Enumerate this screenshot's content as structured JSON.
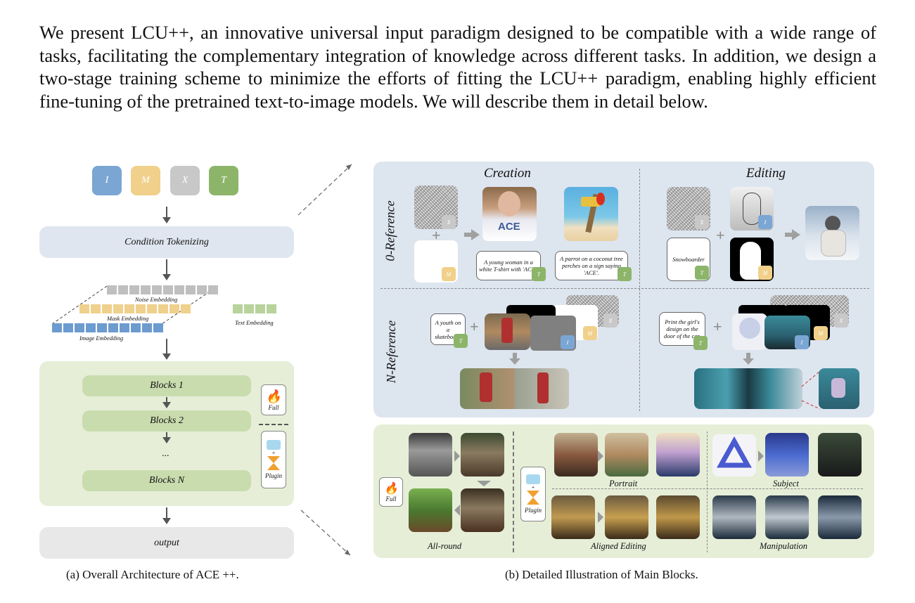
{
  "intro_text": "We present LCU++, an innovative universal input paradigm designed to be compatible with a wide range of tasks, facilitating the complementary integration of knowledge across different tasks. In addition, we design a two-stage training scheme to minimize the efforts of fitting the LCU++ paradigm, enabling highly efficient fine-tuning of the pretrained text-to-image models. We will describe them in detail below.",
  "arch": {
    "tokens": [
      "I",
      "M",
      "X",
      "T"
    ],
    "token_colors": [
      "#7ba6d4",
      "#f0d08a",
      "#c8c8c8",
      "#8cb56a"
    ],
    "condition_tokenizing": "Condition Tokenizing",
    "noise_embedding": "Noise Embedding",
    "mask_embedding": "Mask Embedding",
    "image_embedding": "Image Embedding",
    "text_embedding": "Text Embedding",
    "blocks": [
      "Blocks 1",
      "Blocks 2",
      "...",
      "Blocks N"
    ],
    "full_label": "Full",
    "plugin_label": "Plugin",
    "output": "output",
    "caption": "(a) Overall Architecture of ACE ++."
  },
  "detail": {
    "creation_title": "Creation",
    "editing_title": "Editing",
    "zero_ref_label": "0-Reference",
    "n_ref_label": "N-Reference",
    "prompt_woman": "A young woman in a white T-shirt with 'ACE'.",
    "prompt_parrot": "A parrot on a coconut tree perches on a sign saying 'ACE'.",
    "prompt_snowboarder": "Snowboarder",
    "prompt_youth": "A youth on a skateboard",
    "prompt_girl": "Print the girl's design on the door of the car.",
    "badge_x": "X",
    "badge_t": "T",
    "badge_m": "M",
    "badge_i": "I",
    "shirt_text": "ACE",
    "full_label": "Full",
    "plugin_label": "Plugin",
    "all_round": "All-round",
    "portrait": "Portrait",
    "subject": "Subject",
    "aligned_editing": "Aligned Editing",
    "manipulation": "Manipulation",
    "caption": "(b) Detailed Illustration of Main Blocks."
  }
}
